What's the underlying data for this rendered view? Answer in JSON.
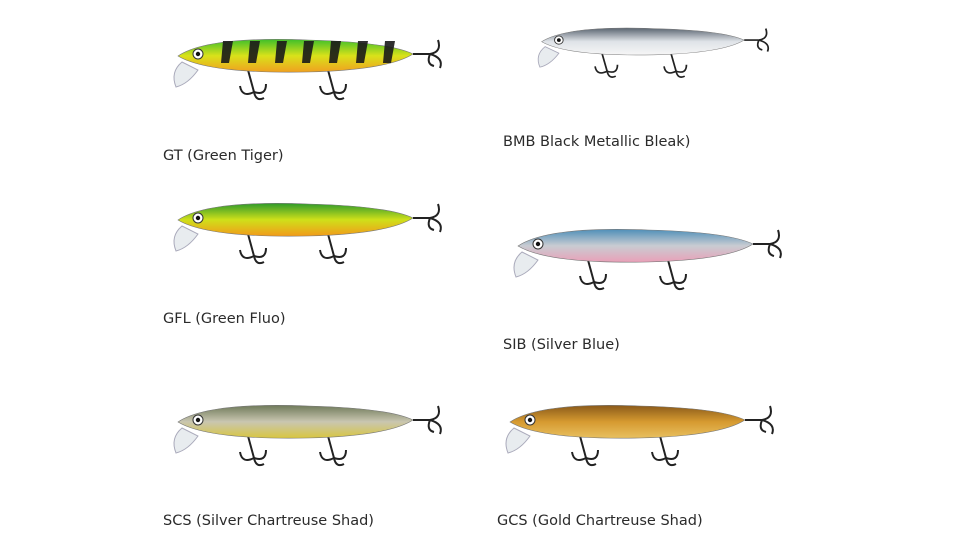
{
  "lures": [
    {
      "code_label": "GT (Green Tiger)",
      "top": "#3fbf2a",
      "mid": "#d9e21a",
      "belly": "#f0a020",
      "stripes": true
    },
    {
      "code_label": "BMB Black Metallic Bleak)",
      "top": "#5a6470",
      "mid": "#dfe3e8",
      "belly": "#f6f6f6",
      "stripes": false
    },
    {
      "code_label": "GFL (Green Fluo)",
      "top": "#2f9a2a",
      "mid": "#cfe01a",
      "belly": "#f29a1a",
      "stripes": false
    },
    {
      "code_label": "SIB (Silver Blue)",
      "top": "#4f8fb8",
      "mid": "#c9ccd2",
      "belly": "#e9a0b8",
      "stripes": false
    },
    {
      "code_label": "SCS (Silver Chartreuse Shad)",
      "top": "#6f7a5a",
      "mid": "#c9c6b0",
      "belly": "#d8c640",
      "stripes": false
    },
    {
      "code_label": "GCS (Gold Chartreuse Shad)",
      "top": "#8a5a1a",
      "mid": "#d69a30",
      "belly": "#e8c060",
      "stripes": false
    }
  ]
}
